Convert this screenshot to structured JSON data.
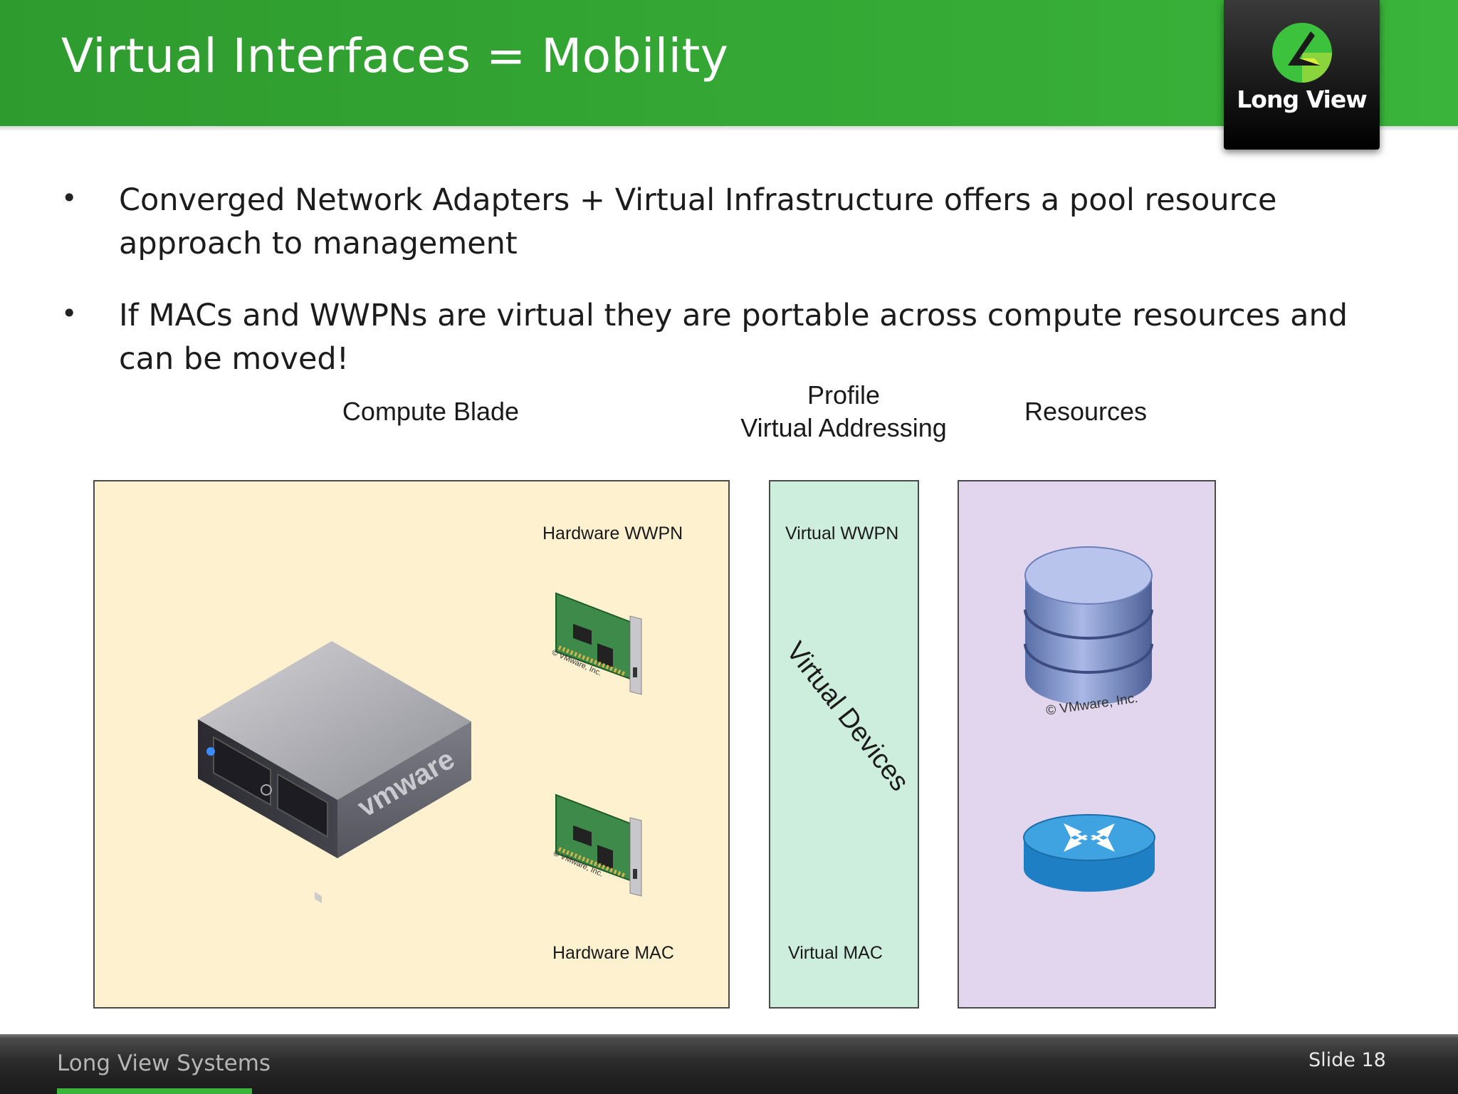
{
  "header": {
    "title": "Virtual Interfaces = Mobility"
  },
  "logo": {
    "text": "Long View"
  },
  "bullets": [
    {
      "marker": "•",
      "text": "Converged Network Adapters + Virtual Infrastructure offers a pool resource approach to management"
    },
    {
      "marker": "•",
      "text": "If MACs and WWPNs are virtual they are portable across compute resources and can be moved!"
    }
  ],
  "diagram": {
    "columns": {
      "blade": "Compute Blade",
      "profile_line1": "Profile",
      "profile_line2": "Virtual Addressing",
      "resources": "Resources"
    },
    "blade": {
      "hardware_wwpn": "Hardware WWPN",
      "hardware_mac": "Hardware MAC",
      "server_brand": "vmware",
      "card_copyright": "© VMware, Inc."
    },
    "profile": {
      "virtual_wwpn": "Virtual WWPN",
      "virtual_devices": "Virtual Devices",
      "virtual_mac": "Virtual MAC"
    },
    "resources": {
      "storage_copyright": "© VMware, Inc."
    }
  },
  "footer": {
    "brand": "Long View Systems",
    "slide": "Slide 18"
  },
  "colors": {
    "header_green": "#34a834",
    "blade_panel": "#fef1cf",
    "profile_panel": "#ceeedd",
    "resources_panel": "#e1d6ee"
  }
}
